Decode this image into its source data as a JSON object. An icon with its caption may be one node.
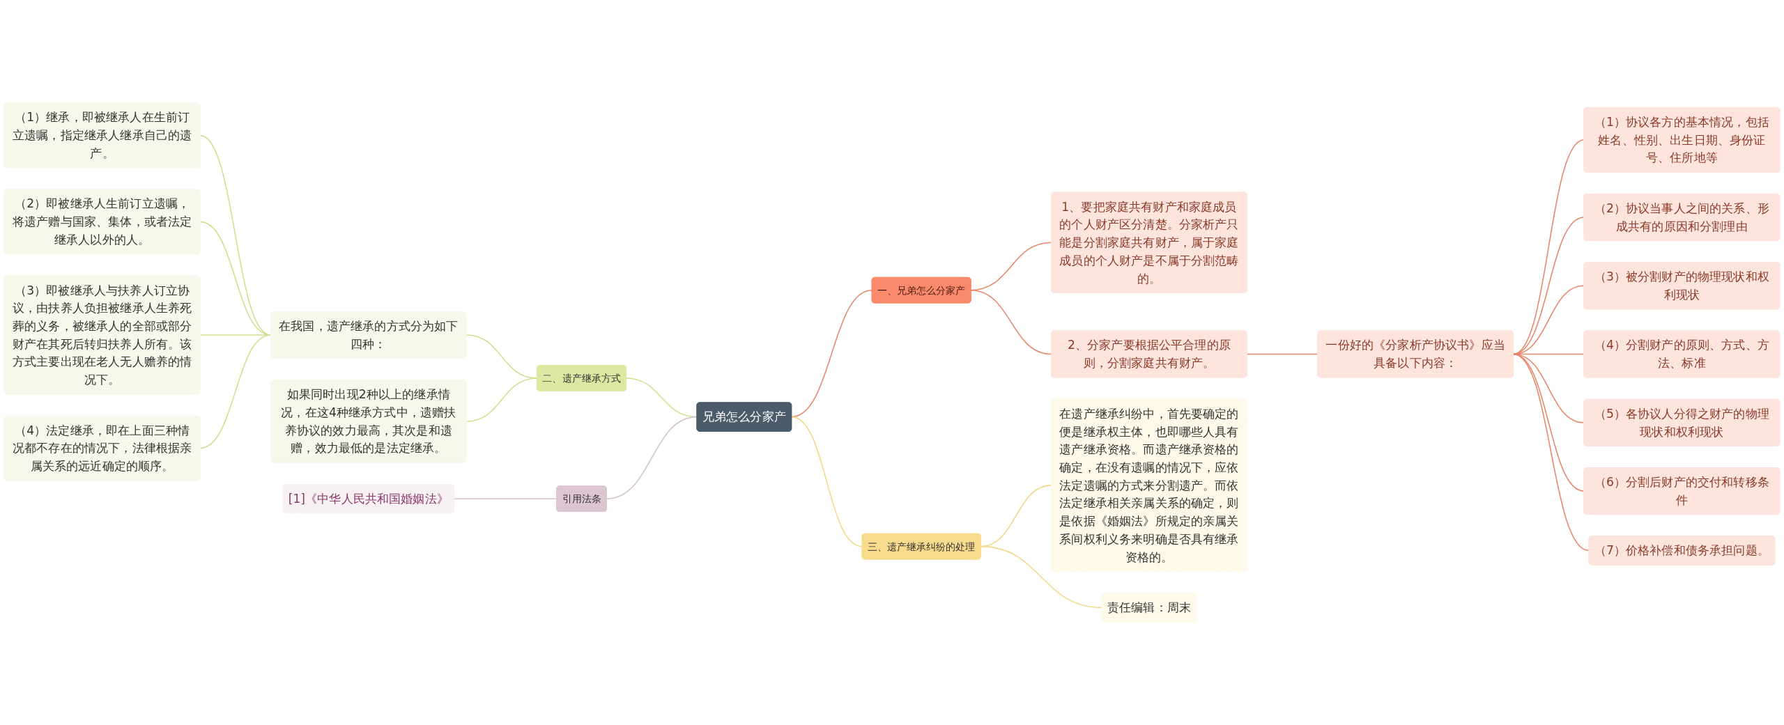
{
  "diagram": {
    "nodes": [
      {
        "text": [
          "兄弟怎么分家产"
        ]
      },
      {
        "text": [
          "一、兄弟怎么分家产"
        ]
      },
      {
        "text": [
          "1、要把家庭共有财产和家庭成员的个人财产区分清楚。分家析产只能是分割家庭共有财产，属于家庭成员的个人财产是不属于分割范畴的。"
        ]
      },
      {
        "text": [
          "2、分家产要根据公平合理的原则，分割家庭共有财产。"
        ]
      },
      {
        "text": [
          "一份好的《分家析产协议书》应当具备以下内容："
        ]
      },
      {
        "text": [
          "（1）协议各方的基本情况，包括姓名、性别、出生日期、身份证号、住所地等"
        ]
      },
      {
        "text": [
          "（2）协议当事人之间的关系、形成共有的原因和分割理由"
        ]
      },
      {
        "text": [
          "（3）被分割财产的物理现状和权利现状"
        ]
      },
      {
        "text": [
          "（4）分割财产的原则、方式、方法、标准"
        ]
      },
      {
        "text": [
          "（5）各协议人分得之财产的物理现状和权利现状"
        ]
      },
      {
        "text": [
          "（6）分割后财产的交付和转移条件"
        ]
      },
      {
        "text": [
          "（7）价格补偿和债务承担问题。"
        ]
      },
      {
        "text": [
          "三、遗产继承纠纷的处理"
        ]
      },
      {
        "text": [
          "在遗产继承纠纷中，首先要确定的便是继承权主体，也即哪些人具有遗产继承资格。而遗产继承资格的确定，在没有遗嘱的情况下，应依法定遗嘱的方式来分割遗产。而依法定继承相关亲属关系的确定，则是依据《婚姻法》所规定的亲属关系间权利义务来明确是否具有继承资格的。"
        ]
      },
      {
        "text": [
          "责任编辑：周末"
        ]
      },
      {
        "text": [
          "二、遗产继承方式"
        ]
      },
      {
        "text": [
          "在我国，遗产继承的方式分为如下四种："
        ]
      },
      {
        "text": [
          "（1）继承，即被继承人在生前订立遗嘱，指定继承人继承自己的遗产。"
        ]
      },
      {
        "text": [
          "（2）即被继承人生前订立遗嘱，将遗产赠与国家、集体，或者法定继承人以外的人。"
        ]
      },
      {
        "text": [
          "（3）即被继承人与扶养人订立协议，由扶养人负担被继承人生养死葬的义务，被继承人的全部或部分财产在其死后转归扶养人所有。该方式主要出现在老人无人赡养的情况下。"
        ]
      },
      {
        "text": [
          "（4）法定继承，即在上面三种情况都不存在的情况下，法律根据亲属关系的远近确定的顺序。"
        ]
      },
      {
        "text": [
          "如果同时出现2种以上的继承情况，在这4种继承方式中，遗赠扶养协议的效力最高，其次是和遗赠，效力最低的是法定继承。"
        ]
      },
      {
        "text": [
          "引用法条"
        ]
      },
      {
        "text": [
          "[1]《中华人民共和国婚姻法》"
        ]
      }
    ],
    "edges": [
      {
        "from": 0,
        "to": 1,
        "arrow": "none"
      },
      {
        "from": 1,
        "to": 2,
        "arrow": "none"
      },
      {
        "from": 1,
        "to": 3,
        "arrow": "none"
      },
      {
        "from": 3,
        "to": 4,
        "arrow": "none"
      },
      {
        "from": 4,
        "to": 5,
        "arrow": "none"
      },
      {
        "from": 4,
        "to": 6,
        "arrow": "none"
      },
      {
        "from": 4,
        "to": 7,
        "arrow": "none"
      },
      {
        "from": 4,
        "to": 8,
        "arrow": "none"
      },
      {
        "from": 4,
        "to": 9,
        "arrow": "none"
      },
      {
        "from": 4,
        "to": 10,
        "arrow": "none"
      },
      {
        "from": 4,
        "to": 11,
        "arrow": "none"
      },
      {
        "from": 0,
        "to": 12,
        "arrow": "none",
        "color": "#f2d88a"
      },
      {
        "from": 12,
        "to": 13,
        "arrow": "none",
        "color": "#f2d88a"
      },
      {
        "from": 12,
        "to": 14,
        "arrow": "none",
        "color": "#f2d88a"
      },
      {
        "from": 0,
        "to": 15,
        "arrow": "none",
        "color": "#cfe08f"
      },
      {
        "from": 15,
        "to": 16,
        "arrow": "none",
        "color": "#cfe08f"
      },
      {
        "from": 16,
        "to": 17,
        "arrow": "none",
        "color": "#cfe08f"
      },
      {
        "from": 16,
        "to": 18,
        "arrow": "none",
        "color": "#cfe08f"
      },
      {
        "from": 16,
        "to": 19,
        "arrow": "none",
        "color": "#cfe08f"
      },
      {
        "from": 16,
        "to": 20,
        "arrow": "none",
        "color": "#cfe08f"
      },
      {
        "from": 15,
        "to": 21,
        "arrow": "none",
        "color": "#cfe08f"
      },
      {
        "from": 0,
        "to": 22,
        "arrow": "none",
        "color": "#d6c0cb"
      },
      {
        "from": 22,
        "to": 23,
        "arrow": "none",
        "color": "#d6c0cb"
      }
    ]
  }
}
